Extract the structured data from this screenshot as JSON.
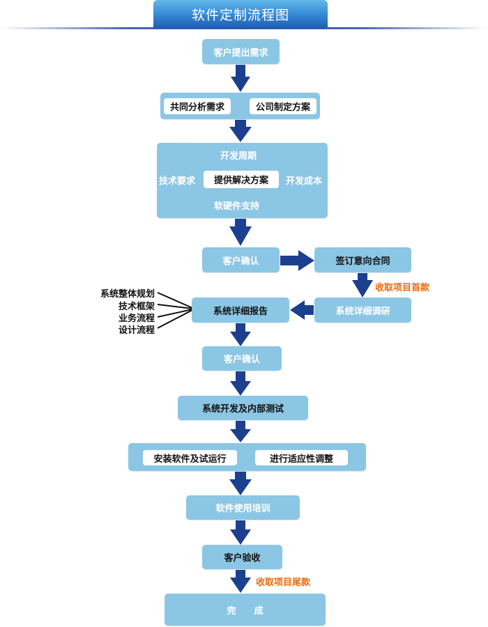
{
  "title": "软件定制流程图",
  "colors": {
    "box_fill": "#8cc6e5",
    "arrow": "#1c3f8f",
    "note": "#e86a10",
    "title_gradient_top": "#62b8ea",
    "title_gradient_bottom": "#1f5bb3"
  },
  "steps": {
    "customer_request": "客户提出需求",
    "joint_analysis": "共同分析需求",
    "company_plan": "公司制定方案",
    "cycle": {
      "top": "开发周期",
      "left": "技术要求",
      "center": "提供解决方案",
      "right": "开发成本",
      "bottom": "软硬件支持"
    },
    "customer_confirm_1": "客户确认",
    "sign_contract": "签订意向合同",
    "first_payment": "收取项目首款",
    "detailed_research": "系统详细调研",
    "detailed_report": "系统详细报告",
    "report_items": [
      "系统整体规划",
      "技术框架",
      "业务流程",
      "设计流程"
    ],
    "customer_confirm_2": "客户确认",
    "dev_testing": "系统开发及内部测试",
    "install_trial": "安装软件及试运行",
    "adaptive_adjust": "进行适应性调整",
    "training": "软件使用培训",
    "acceptance": "客户验收",
    "final_payment": "收取项目尾款",
    "done": "完　　成"
  },
  "arrows": [
    {
      "from": "customer_request",
      "to": "joint_analysis",
      "direction": "down"
    },
    {
      "from": "joint_analysis",
      "to": "company_plan",
      "direction": "right"
    },
    {
      "from": "company_plan",
      "to": "cycle",
      "direction": "down"
    },
    {
      "from": "cycle",
      "to": "customer_confirm_1",
      "direction": "down"
    },
    {
      "from": "customer_confirm_1",
      "to": "sign_contract",
      "direction": "right"
    },
    {
      "from": "sign_contract",
      "to": "detailed_research",
      "direction": "down"
    },
    {
      "from": "detailed_research",
      "to": "detailed_report",
      "direction": "left"
    },
    {
      "from": "detailed_report",
      "to": "customer_confirm_2",
      "direction": "down"
    },
    {
      "from": "customer_confirm_2",
      "to": "dev_testing",
      "direction": "down"
    },
    {
      "from": "dev_testing",
      "to": "install_trial",
      "direction": "down"
    },
    {
      "from": "install_trial",
      "to": "adaptive_adjust",
      "direction": "right"
    },
    {
      "from": "install_trial",
      "to": "training",
      "direction": "down"
    },
    {
      "from": "training",
      "to": "acceptance",
      "direction": "down"
    },
    {
      "from": "acceptance",
      "to": "done",
      "direction": "down"
    }
  ]
}
